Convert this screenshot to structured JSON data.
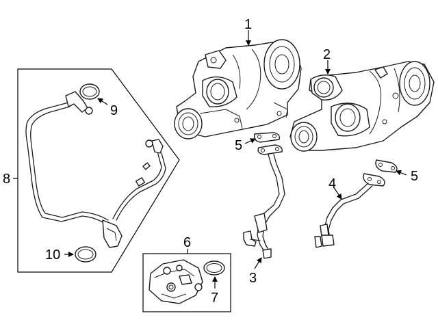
{
  "callouts": {
    "c1": "1",
    "c2": "2",
    "c3": "3",
    "c4": "4",
    "c5a": "5",
    "c5b": "5",
    "c6": "6",
    "c7": "7",
    "c8": "8",
    "c9": "9",
    "c10": "10"
  },
  "colors": {
    "line": "#1a1a1a",
    "background": "#ffffff",
    "shade": "#e9e9e9"
  }
}
